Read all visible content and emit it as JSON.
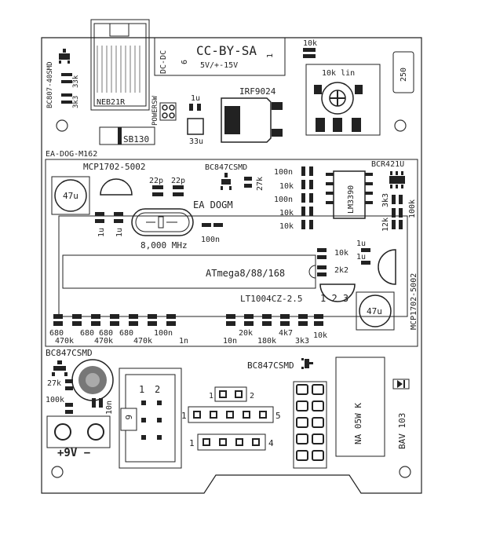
{
  "license": {
    "title": "CC-BY-SA",
    "voltage": "5V/+-15V",
    "pin6": "6",
    "pin1": "1",
    "dcdc": "DC-DC"
  },
  "labels": {
    "bc807": "BC807-40SMD",
    "r33k": "33k",
    "r3k3": "3k3",
    "neb21r": "NEB21R",
    "powersw": "POWERSW",
    "c1u_top": "1u",
    "c33u": "33u",
    "sb130": "SB130",
    "irf": "IRF9024",
    "r10k_top": "10k",
    "pot": "10k lin",
    "r250": "250",
    "eadog_m": "EA-DOG-M162",
    "mcp1702a": "MCP1702-5002",
    "c47u_a": "47u",
    "c22p_a": "22p",
    "c22p_b": "22p",
    "bc847_a": "BC847CSMD",
    "r27k_a": "27k",
    "ea_dogm": "EA DOGM",
    "c1u_a": "1u",
    "c1u_b": "1u",
    "crystal": "8,000 MHz",
    "c100n_x": "100n",
    "r_100n_1": "100n",
    "r_10k_1": "10k",
    "r_100n_2": "100n",
    "r_10k_2": "10k",
    "r_10k_3": "10k",
    "lm3390": "LM3390",
    "bcr421u": "BCR421U",
    "r3k3_b": "3k3",
    "r12k": "12k",
    "r100k": "100k",
    "r10k_mid": "10k",
    "r2k2": "2k2",
    "c1u_c": "1u",
    "c1u_d": "1u",
    "mcu": "ATmega8/88/168",
    "lt1004": "LT1004CZ-2.5",
    "lt_pins": "1 2 3",
    "c47u_b": "47u",
    "mcp1702b": "MCP1702-5002",
    "row_top": [
      "680",
      "680",
      "680",
      "680"
    ],
    "row_bottom": [
      "470k",
      "470k",
      "470k",
      "100n",
      "1n"
    ],
    "row2_top": [
      "20k",
      "4k7",
      "10k"
    ],
    "row2_bottom": [
      "10n",
      "180k",
      "3k3"
    ],
    "bc847_b": "BC847CSMD",
    "r27k_b": "27k",
    "r100k_b": "100k",
    "c10n": "10n",
    "batt": "+9V −",
    "bc847_c": "BC847CSMD",
    "conn_1": "1",
    "conn_2": "2",
    "conn_6": "6",
    "j1_1": "1",
    "j1_2": "2",
    "j2_1": "1",
    "j2_5": "5",
    "j3_1": "1",
    "j3_4": "4",
    "relay": "NA 05W K",
    "bav": "BAV 103"
  }
}
